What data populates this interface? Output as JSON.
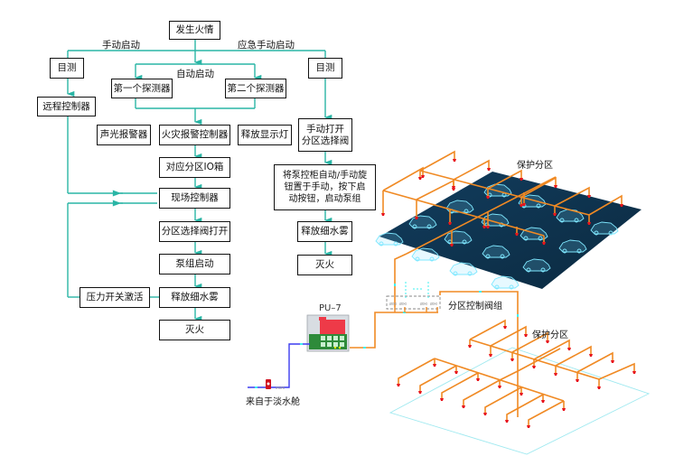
{
  "flowchart": {
    "start": "发生火情",
    "branch_labels": {
      "manual": "手动启动",
      "emergency": "应急手动启动",
      "auto": "自动启动"
    },
    "manual_path": {
      "observe": "目测",
      "remote_controller": "远程控制器"
    },
    "auto_path": {
      "detector1": "第一个探测器",
      "detector2": "第二个探测器",
      "alarm_device": "声光报警器",
      "fire_alarm_controller": "火灾报警控制器",
      "release_light": "释放显示灯",
      "zone_io_box": "对应分区IO箱",
      "field_controller": "现场控制器",
      "zone_valve_open": "分区选择阀打开",
      "pump_start": "泵组启动",
      "release_mist": "释放细水雾",
      "extinguish": "灭火",
      "pressure_switch": "压力开关激活"
    },
    "emergency_path": {
      "observe": "目测",
      "manual_open_valve": "手动打开\n分区选择阀",
      "pump_cabinet_instruction": "将泵控柜自动/手动旋\n钮置于手动，按下启\n动按钮，启动泵组",
      "release_mist": "释放细水雾",
      "extinguish": "灭火"
    }
  },
  "system_diagram": {
    "pump_unit_label": "PU–7",
    "water_source_label": "来自于淡水舱",
    "valve_group_label": "分区控制阀组",
    "zone_label_top": "保护分区",
    "zone_label_bottom": "保护分区"
  },
  "colors": {
    "flow_line": "#2ab5a5",
    "box_border": "#111111",
    "pipe": "#f08a24",
    "nozzle": "#e8141c",
    "water_in_pipe": "#3b3bf0",
    "floor_dark": "#0f3552",
    "car_outline": "#7fe8ff",
    "zone_outline": "#9fe9f0",
    "pump_tank": "#ee3a48",
    "pump_frame": "#2e8b3a"
  }
}
